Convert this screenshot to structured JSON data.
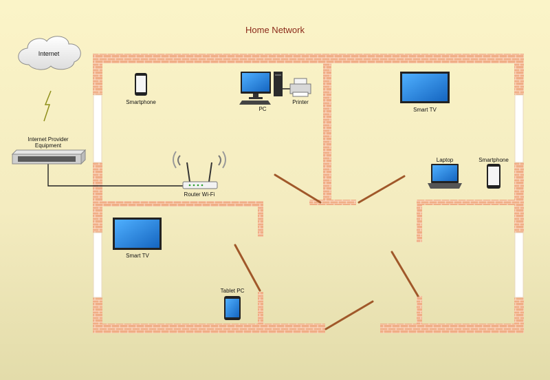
{
  "title": "Home Network",
  "labels": {
    "internet": "Internet",
    "provider_equipment": "Internet Provider Equipment",
    "router": "Router Wi-Fi",
    "smartphone_1": "Smartphone",
    "pc": "PC",
    "printer": "Printer",
    "smart_tv_1": "Smart TV",
    "laptop": "Laptop",
    "smartphone_2": "Smartphone",
    "smart_tv_2": "Smart TV",
    "tablet": "Tablet PC"
  },
  "colors": {
    "wall": "#f0ae86",
    "wall_mortar": "#fde3d0",
    "door": "#a0582a",
    "screen": "#1e88e5",
    "device_frame": "#222222",
    "cable": "#222222",
    "title": "#8b2a1a"
  }
}
